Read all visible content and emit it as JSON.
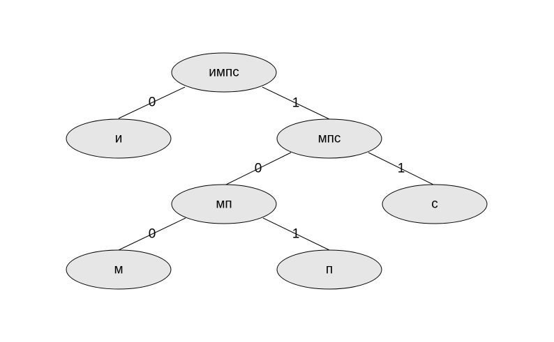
{
  "diagram": {
    "nodes": {
      "root": "импс",
      "i": "и",
      "mps": "мпс",
      "mp": "мп",
      "s": "с",
      "m": "м",
      "p": "п"
    },
    "edges": {
      "root_i": "0",
      "root_mps": "1",
      "mps_mp": "0",
      "mps_s": "1",
      "mp_m": "0",
      "mp_p": "1"
    },
    "colors": {
      "node_fill": "#e6e6e6",
      "line": "#000000"
    }
  }
}
